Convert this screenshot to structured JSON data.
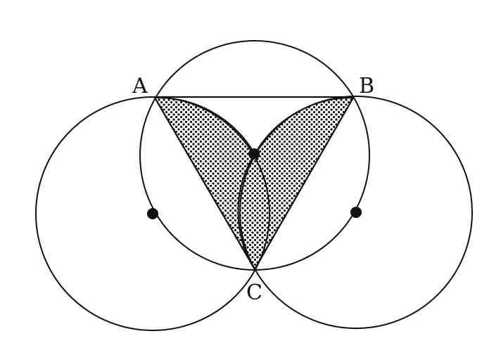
{
  "figure": {
    "labels": {
      "a": "A",
      "b": "B",
      "c": "C"
    },
    "shading": "dotted",
    "colors": {
      "ink": "#111111",
      "background": "#ffffff"
    }
  }
}
